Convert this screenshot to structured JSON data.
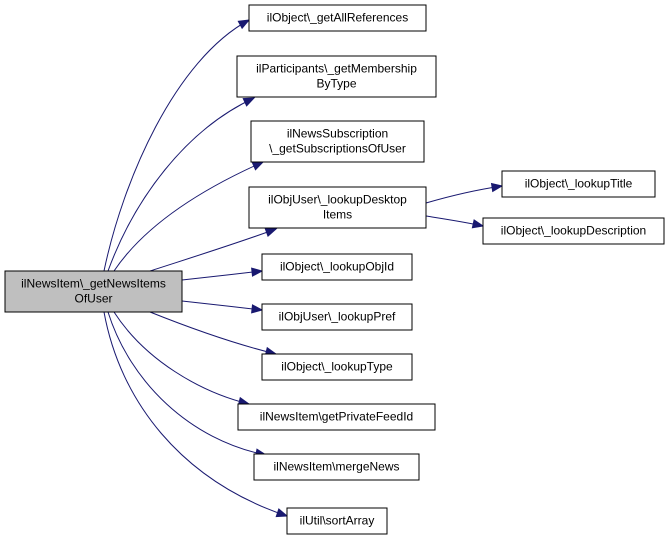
{
  "diagram": {
    "root": {
      "lines": [
        "ilNewsItem\\_getNewsItems",
        "OfUser"
      ]
    },
    "nodes": [
      {
        "id": "getAllReferences",
        "lines": [
          "ilObject\\_getAllReferences"
        ]
      },
      {
        "id": "getMembershipByType",
        "lines": [
          "ilParticipants\\_getMembership",
          "ByType"
        ]
      },
      {
        "id": "getSubscriptionsOfUser",
        "lines": [
          "ilNewsSubscription",
          "\\_getSubscriptionsOfUser"
        ]
      },
      {
        "id": "lookupDesktopItems",
        "lines": [
          "ilObjUser\\_lookupDesktop",
          "Items"
        ]
      },
      {
        "id": "lookupTitle",
        "lines": [
          "ilObject\\_lookupTitle"
        ]
      },
      {
        "id": "lookupDescription",
        "lines": [
          "ilObject\\_lookupDescription"
        ]
      },
      {
        "id": "lookupObjId",
        "lines": [
          "ilObject\\_lookupObjId"
        ]
      },
      {
        "id": "lookupPref",
        "lines": [
          "ilObjUser\\_lookupPref"
        ]
      },
      {
        "id": "lookupType",
        "lines": [
          "ilObject\\_lookupType"
        ]
      },
      {
        "id": "getPrivateFeedId",
        "lines": [
          "ilNewsItem\\getPrivateFeedId"
        ]
      },
      {
        "id": "mergeNews",
        "lines": [
          "ilNewsItem\\mergeNews"
        ]
      },
      {
        "id": "sortArray",
        "lines": [
          "ilUtil\\sortArray"
        ]
      }
    ],
    "edges": [
      {
        "from": "root",
        "to": "getAllReferences"
      },
      {
        "from": "root",
        "to": "getMembershipByType"
      },
      {
        "from": "root",
        "to": "getSubscriptionsOfUser"
      },
      {
        "from": "root",
        "to": "lookupDesktopItems"
      },
      {
        "from": "root",
        "to": "lookupObjId"
      },
      {
        "from": "root",
        "to": "lookupPref"
      },
      {
        "from": "root",
        "to": "lookupType"
      },
      {
        "from": "root",
        "to": "getPrivateFeedId"
      },
      {
        "from": "root",
        "to": "mergeNews"
      },
      {
        "from": "root",
        "to": "sortArray"
      },
      {
        "from": "lookupDesktopItems",
        "to": "lookupTitle"
      },
      {
        "from": "lookupDesktopItems",
        "to": "lookupDescription"
      }
    ],
    "colors": {
      "edge": "#191970",
      "root_fill": "#bfbfbf",
      "node_fill": "#ffffff",
      "border": "#000000"
    }
  }
}
